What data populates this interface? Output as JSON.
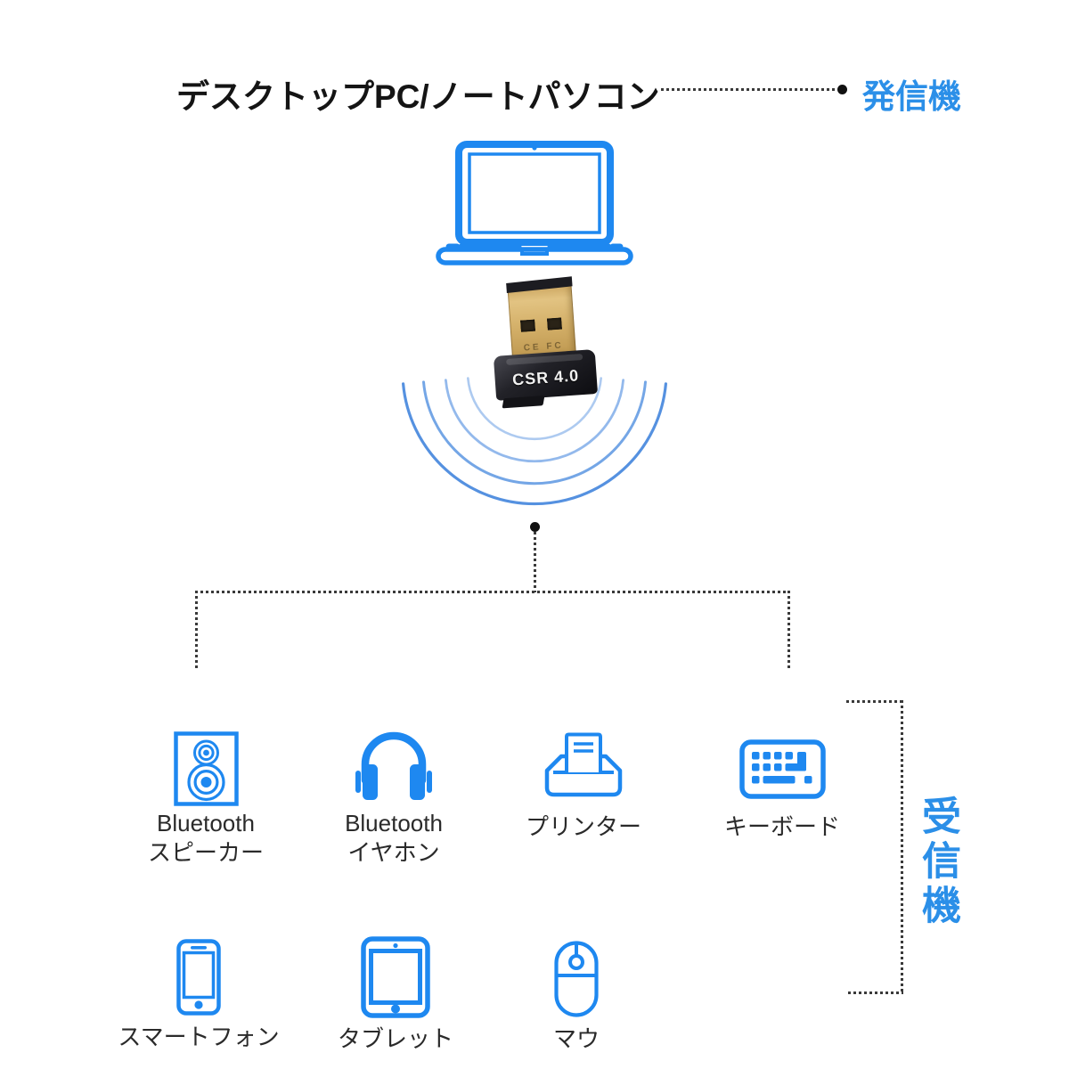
{
  "header": {
    "title": "デスクトップPC/ノートパソコン",
    "transmitter_label": "発信機"
  },
  "dongle": {
    "cert_text": "CE FC",
    "chip_text": "CSR 4.0"
  },
  "receiver_label": "受信機",
  "devices": {
    "speaker": {
      "line1": "Bluetooth",
      "line2": "スピーカー"
    },
    "earphone": {
      "line1": "Bluetooth",
      "line2": "イヤホン"
    },
    "printer": {
      "label": "プリンター"
    },
    "keyboard": {
      "label": "キーボード"
    },
    "smartphone": {
      "label": "スマートフォン"
    },
    "tablet": {
      "label": "タブレット"
    },
    "mouse": {
      "label": "マウ"
    }
  },
  "colors": {
    "accent_blue": "#1e88f0",
    "heading_blue": "#2b8fe8",
    "arc_blue": "#4a94e4",
    "line_dark": "#3a3a3a",
    "dongle_gold": "#d4b069",
    "dongle_black": "#17171b",
    "label_text": "#2a2a2a"
  }
}
